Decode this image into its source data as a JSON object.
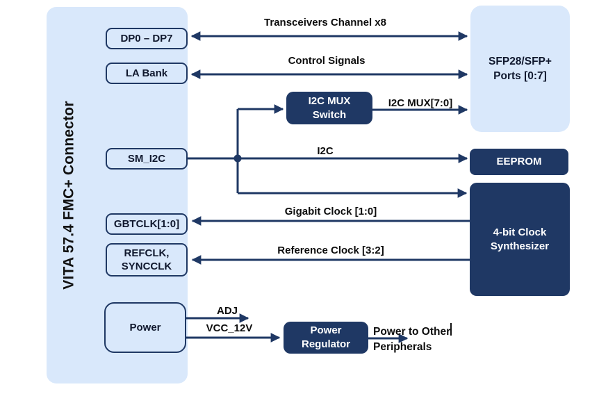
{
  "diagram_title": "VITA 57.4 FMC+ Connector",
  "colors": {
    "navy": "#1F3864",
    "light_blue": "#D9E8FB",
    "label_text": "#0D0D0D",
    "box_text_light": "#10182E",
    "box_text_dark": "#FFFFFF"
  },
  "fmc_blocks": {
    "dp": "DP0 – DP7",
    "la_bank": "LA Bank",
    "sm_i2c": "SM_I2C",
    "gbtclk": "GBTCLK[1:0]",
    "refclk": "REFCLK,\nSYNCCLK",
    "power": "Power"
  },
  "devices": {
    "sfp_ports": "SFP28/SFP+\nPorts [0:7]",
    "i2c_mux_switch": "I2C MUX\nSwitch",
    "eeprom": "EEPROM",
    "clock_synthesizer": "4-bit Clock\nSynthesizer",
    "power_regulator": "Power\nRegulator"
  },
  "signal_labels": {
    "transceivers": "Transceivers Channel x8",
    "control": "Control Signals",
    "i2c_mux_bus": "I2C MUX[7:0]",
    "i2c": "I2C",
    "gigabit_clock": "Gigabit Clock [1:0]",
    "reference_clock": "Reference Clock [3:2]",
    "adj": "ADJ",
    "vcc_12v": "VCC_12V",
    "power_out": "Power to Other\nPeripherals"
  }
}
